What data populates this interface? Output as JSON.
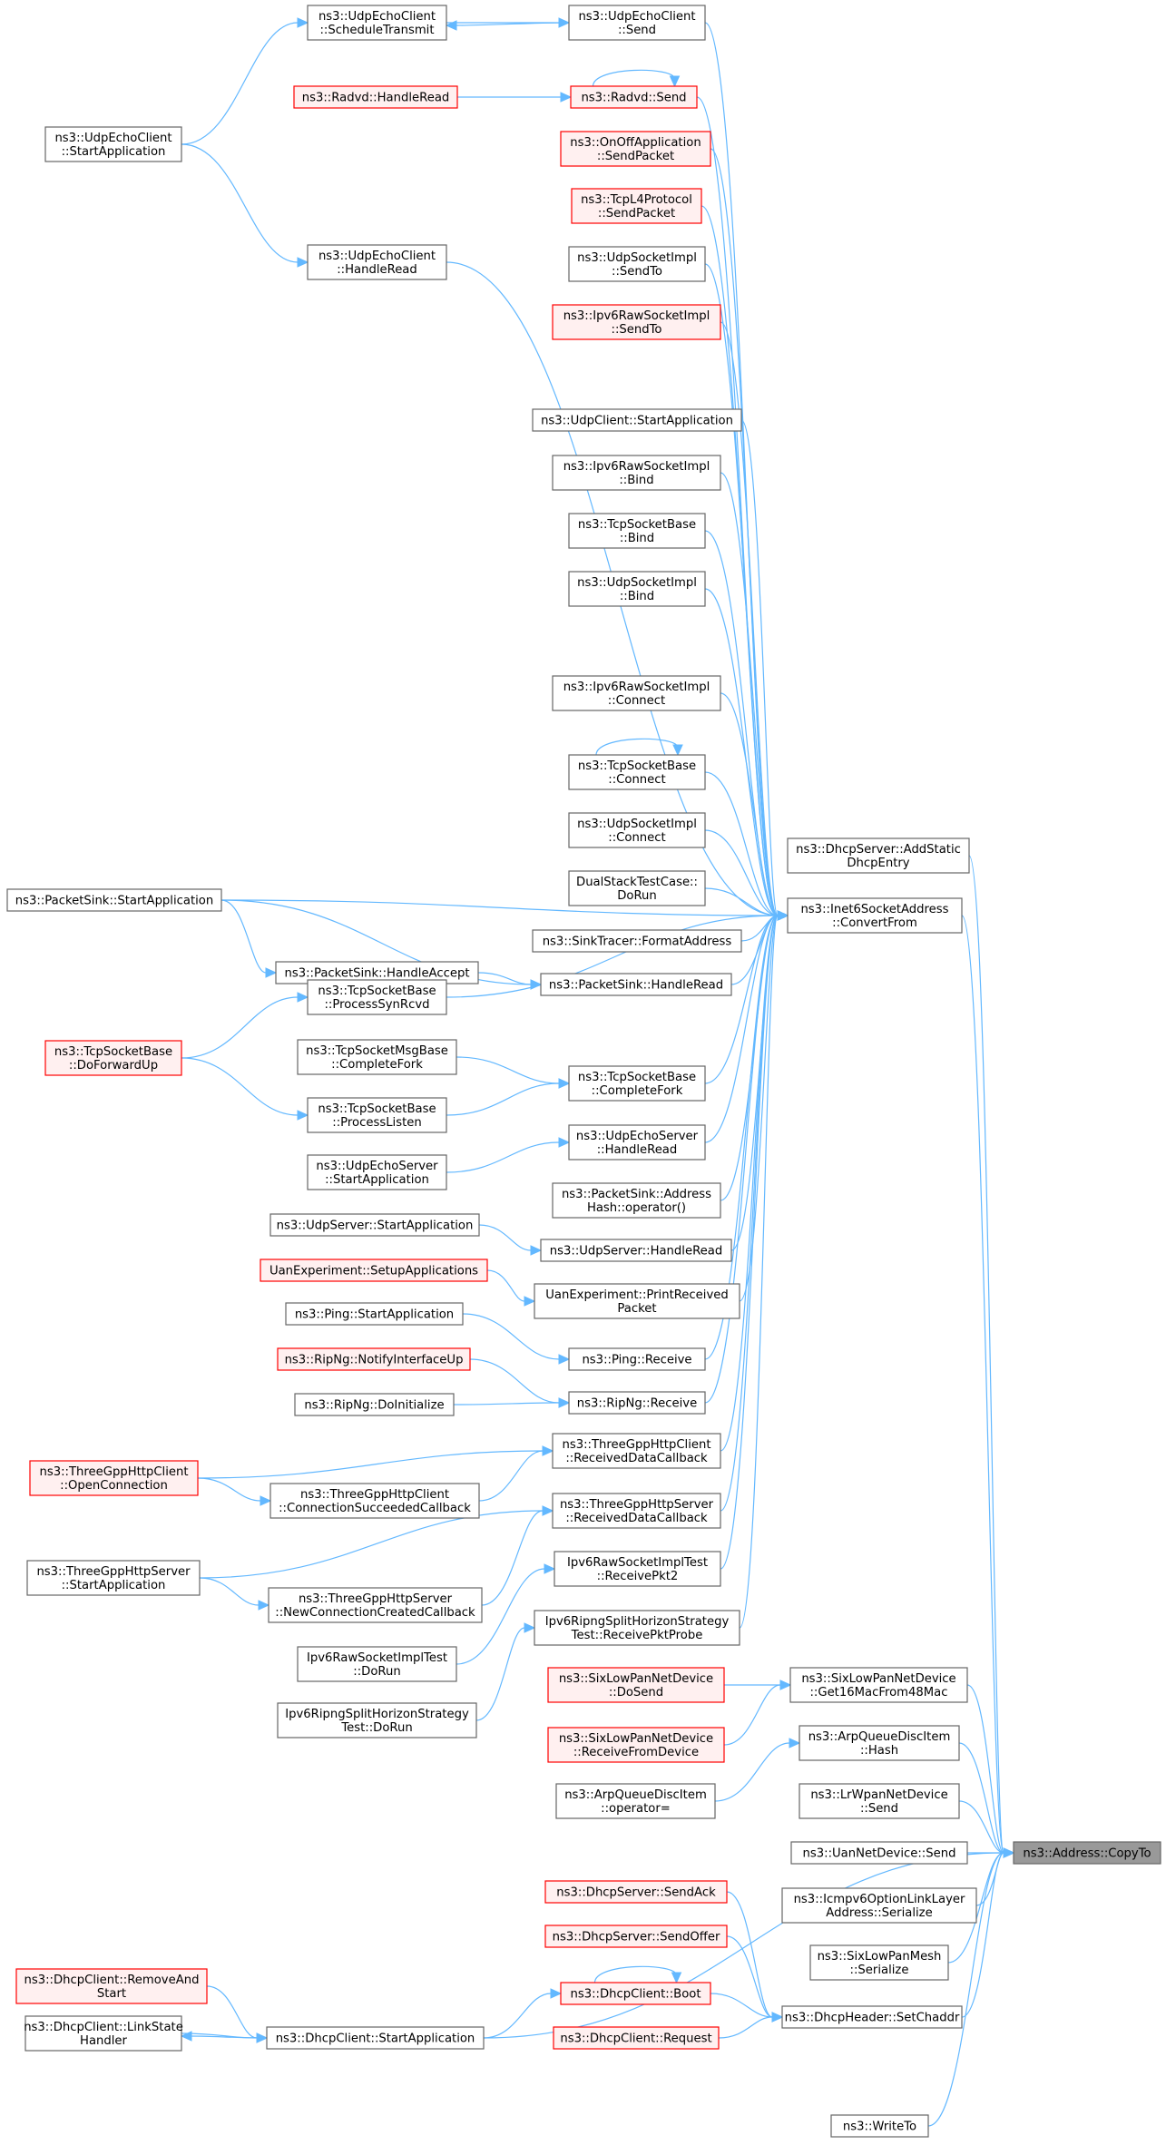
{
  "colors": {
    "edge": "#63b8ff",
    "node_fill": "#ffffff",
    "node_border": "#666666",
    "node_fill_truncated": "#fff0f0",
    "node_border_truncated": "#ff0000",
    "node_fill_focus": "#999999",
    "node_border_focus": "#666666"
  },
  "nodes": [
    {
      "id": "copyto",
      "lines": [
        "ns3::Address::CopyTo"
      ],
      "style": "focus"
    },
    {
      "id": "udpec_sched",
      "lines": [
        "ns3::UdpEchoClient",
        "::ScheduleTransmit"
      ],
      "style": "normal"
    },
    {
      "id": "udpec_send",
      "lines": [
        "ns3::UdpEchoClient",
        "::Send"
      ],
      "style": "normal"
    },
    {
      "id": "radvd_hread",
      "lines": [
        "ns3::Radvd::HandleRead"
      ],
      "style": "truncated"
    },
    {
      "id": "radvd_send",
      "lines": [
        "ns3::Radvd::Send"
      ],
      "style": "truncated"
    },
    {
      "id": "udpec_start",
      "lines": [
        "ns3::UdpEchoClient",
        "::StartApplication"
      ],
      "style": "normal"
    },
    {
      "id": "onoff",
      "lines": [
        "ns3::OnOffApplication",
        "::SendPacket"
      ],
      "style": "truncated"
    },
    {
      "id": "tcpl4",
      "lines": [
        "ns3::TcpL4Protocol",
        "::SendPacket"
      ],
      "style": "truncated"
    },
    {
      "id": "udpec_hread",
      "lines": [
        "ns3::UdpEchoClient",
        "::HandleRead"
      ],
      "style": "normal"
    },
    {
      "id": "udpsi_sendto",
      "lines": [
        "ns3::UdpSocketImpl",
        "::SendTo"
      ],
      "style": "normal"
    },
    {
      "id": "ipv6raw_sendto",
      "lines": [
        "ns3::Ipv6RawSocketImpl",
        "::SendTo"
      ],
      "style": "truncated"
    },
    {
      "id": "udpclient_start",
      "lines": [
        "ns3::UdpClient::StartApplication"
      ],
      "style": "normal"
    },
    {
      "id": "ipv6raw_bind",
      "lines": [
        "ns3::Ipv6RawSocketImpl",
        "::Bind"
      ],
      "style": "normal"
    },
    {
      "id": "tcpsb_bind",
      "lines": [
        "ns3::TcpSocketBase",
        "::Bind"
      ],
      "style": "normal"
    },
    {
      "id": "udpsi_bind",
      "lines": [
        "ns3::UdpSocketImpl",
        "::Bind"
      ],
      "style": "normal"
    },
    {
      "id": "ipv6raw_connect",
      "lines": [
        "ns3::Ipv6RawSocketImpl",
        "::Connect"
      ],
      "style": "normal"
    },
    {
      "id": "tcpsb_connect",
      "lines": [
        "ns3::TcpSocketBase",
        "::Connect"
      ],
      "style": "normal"
    },
    {
      "id": "udpsi_connect",
      "lines": [
        "ns3::UdpSocketImpl",
        "::Connect"
      ],
      "style": "normal"
    },
    {
      "id": "dhcpserver_addstatic",
      "lines": [
        "ns3::DhcpServer::AddStatic",
        "DhcpEntry"
      ],
      "style": "normal"
    },
    {
      "id": "dualstack",
      "lines": [
        "DualStackTestCase::",
        "DoRun"
      ],
      "style": "normal"
    },
    {
      "id": "inet6_convert",
      "lines": [
        "ns3::Inet6SocketAddress",
        "::ConvertFrom"
      ],
      "style": "normal"
    },
    {
      "id": "packetsink_start",
      "lines": [
        "ns3::PacketSink::StartApplication"
      ],
      "style": "normal"
    },
    {
      "id": "sinktracer",
      "lines": [
        "ns3::SinkTracer::FormatAddress"
      ],
      "style": "normal"
    },
    {
      "id": "packetsink_haccept",
      "lines": [
        "ns3::PacketSink::HandleAccept"
      ],
      "style": "normal"
    },
    {
      "id": "packetsink_hread",
      "lines": [
        "ns3::PacketSink::HandleRead"
      ],
      "style": "normal"
    },
    {
      "id": "tcpsb_synrcvd",
      "lines": [
        "ns3::TcpSocketBase",
        "::ProcessSynRcvd"
      ],
      "style": "normal"
    },
    {
      "id": "tcpsb_forwardup",
      "lines": [
        "ns3::TcpSocketBase",
        "::DoForwardUp"
      ],
      "style": "truncated"
    },
    {
      "id": "tcpmsg_completefork",
      "lines": [
        "ns3::TcpSocketMsgBase",
        "::CompleteFork"
      ],
      "style": "normal"
    },
    {
      "id": "tcpsb_completefork",
      "lines": [
        "ns3::TcpSocketBase",
        "::CompleteFork"
      ],
      "style": "normal"
    },
    {
      "id": "tcpsb_listen",
      "lines": [
        "ns3::TcpSocketBase",
        "::ProcessListen"
      ],
      "style": "normal"
    },
    {
      "id": "udpes_hread",
      "lines": [
        "ns3::UdpEchoServer",
        "::HandleRead"
      ],
      "style": "normal"
    },
    {
      "id": "udpes_start",
      "lines": [
        "ns3::UdpEchoServer",
        "::StartApplication"
      ],
      "style": "normal"
    },
    {
      "id": "packetsink_hash",
      "lines": [
        "ns3::PacketSink::Address",
        "Hash::operator()"
      ],
      "style": "normal"
    },
    {
      "id": "udpserver_start",
      "lines": [
        "ns3::UdpServer::StartApplication"
      ],
      "style": "normal"
    },
    {
      "id": "udpserver_hread",
      "lines": [
        "ns3::UdpServer::HandleRead"
      ],
      "style": "normal"
    },
    {
      "id": "uan_setup",
      "lines": [
        "UanExperiment::SetupApplications"
      ],
      "style": "truncated"
    },
    {
      "id": "uan_print",
      "lines": [
        "UanExperiment::PrintReceived",
        "Packet"
      ],
      "style": "normal"
    },
    {
      "id": "ping_start",
      "lines": [
        "ns3::Ping::StartApplication"
      ],
      "style": "normal"
    },
    {
      "id": "ping_receive",
      "lines": [
        "ns3::Ping::Receive"
      ],
      "style": "normal"
    },
    {
      "id": "ripng_notify",
      "lines": [
        "ns3::RipNg::NotifyInterfaceUp"
      ],
      "style": "truncated"
    },
    {
      "id": "ripng_receive",
      "lines": [
        "ns3::RipNg::Receive"
      ],
      "style": "normal"
    },
    {
      "id": "ripng_doinit",
      "lines": [
        "ns3::RipNg::DoInitialize"
      ],
      "style": "normal"
    },
    {
      "id": "tghc_rdc",
      "lines": [
        "ns3::ThreeGppHttpClient",
        "::ReceivedDataCallback"
      ],
      "style": "normal"
    },
    {
      "id": "tghc_open",
      "lines": [
        "ns3::ThreeGppHttpClient",
        "::OpenConnection"
      ],
      "style": "truncated"
    },
    {
      "id": "tghc_csc",
      "lines": [
        "ns3::ThreeGppHttpClient",
        "::ConnectionSucceededCallback"
      ],
      "style": "normal"
    },
    {
      "id": "tghs_rdc",
      "lines": [
        "ns3::ThreeGppHttpServer",
        "::ReceivedDataCallback"
      ],
      "style": "normal"
    },
    {
      "id": "tghs_start",
      "lines": [
        "ns3::ThreeGppHttpServer",
        "::StartApplication"
      ],
      "style": "normal"
    },
    {
      "id": "tghs_ncc",
      "lines": [
        "ns3::ThreeGppHttpServer",
        "::NewConnectionCreatedCallback"
      ],
      "style": "normal"
    },
    {
      "id": "ipv6rawtest_rpkt2",
      "lines": [
        "Ipv6RawSocketImplTest",
        "::ReceivePkt2"
      ],
      "style": "normal"
    },
    {
      "id": "ipv6ripng_rpkt",
      "lines": [
        "Ipv6RipngSplitHorizonStrategy",
        "Test::ReceivePktProbe"
      ],
      "style": "normal"
    },
    {
      "id": "ipv6rawtest_dorun",
      "lines": [
        "Ipv6RawSocketImplTest",
        "::DoRun"
      ],
      "style": "normal"
    },
    {
      "id": "ipv6ripng_dorun",
      "lines": [
        "Ipv6RipngSplitHorizonStrategy",
        "Test::DoRun"
      ],
      "style": "normal"
    },
    {
      "id": "sixlow_dosend",
      "lines": [
        "ns3::SixLowPanNetDevice",
        "::DoSend"
      ],
      "style": "truncated"
    },
    {
      "id": "sixlow_get16",
      "lines": [
        "ns3::SixLowPanNetDevice",
        "::Get16MacFrom48Mac"
      ],
      "style": "normal"
    },
    {
      "id": "sixlow_recv",
      "lines": [
        "ns3::SixLowPanNetDevice",
        "::ReceiveFromDevice"
      ],
      "style": "truncated"
    },
    {
      "id": "arpq_hash",
      "lines": [
        "ns3::ArpQueueDiscItem",
        "::Hash"
      ],
      "style": "normal"
    },
    {
      "id": "arpq_op",
      "lines": [
        "ns3::ArpQueueDiscItem",
        "::operator="
      ],
      "style": "normal"
    },
    {
      "id": "lrwpan_send",
      "lines": [
        "ns3::LrWpanNetDevice",
        "::Send"
      ],
      "style": "normal"
    },
    {
      "id": "uannet_send",
      "lines": [
        "ns3::UanNetDevice::Send"
      ],
      "style": "normal"
    },
    {
      "id": "icmpv6_ser",
      "lines": [
        "ns3::Icmpv6OptionLinkLayer",
        "Address::Serialize"
      ],
      "style": "normal"
    },
    {
      "id": "dhcpserver_sendack",
      "lines": [
        "ns3::DhcpServer::SendAck"
      ],
      "style": "truncated"
    },
    {
      "id": "sixlowmesh_ser",
      "lines": [
        "ns3::SixLowPanMesh",
        "::Serialize"
      ],
      "style": "normal"
    },
    {
      "id": "dhcpserver_sendoffer",
      "lines": [
        "ns3::DhcpServer::SendOffer"
      ],
      "style": "truncated"
    },
    {
      "id": "dhcpclient_remove",
      "lines": [
        "ns3::DhcpClient::RemoveAnd",
        "Start"
      ],
      "style": "truncated"
    },
    {
      "id": "dhcpclient_boot",
      "lines": [
        "ns3::DhcpClient::Boot"
      ],
      "style": "truncated"
    },
    {
      "id": "dhcpheader_setchaddr",
      "lines": [
        "ns3::DhcpHeader::SetChaddr"
      ],
      "style": "normal"
    },
    {
      "id": "dhcpclient_linkstate",
      "lines": [
        "ns3::DhcpClient::LinkState",
        "Handler"
      ],
      "style": "normal"
    },
    {
      "id": "dhcpclient_start",
      "lines": [
        "ns3::DhcpClient::StartApplication"
      ],
      "style": "normal"
    },
    {
      "id": "dhcpclient_request",
      "lines": [
        "ns3::DhcpClient::Request"
      ],
      "style": "truncated"
    },
    {
      "id": "writeto",
      "lines": [
        "ns3::WriteTo"
      ],
      "style": "normal"
    }
  ],
  "edges": [
    [
      "udpec_sched",
      "udpec_send"
    ],
    [
      "udpec_send",
      "udpec_sched"
    ],
    [
      "udpec_start",
      "udpec_sched"
    ],
    [
      "udpec_start",
      "udpec_hread"
    ],
    [
      "radvd_hread",
      "radvd_send"
    ],
    [
      "radvd_send",
      "radvd_send"
    ],
    [
      "udpec_send",
      "inet6_convert"
    ],
    [
      "radvd_send",
      "inet6_convert"
    ],
    [
      "onoff",
      "inet6_convert"
    ],
    [
      "tcpl4",
      "inet6_convert"
    ],
    [
      "udpsi_sendto",
      "inet6_convert"
    ],
    [
      "ipv6raw_sendto",
      "inet6_convert"
    ],
    [
      "udpec_hread",
      "inet6_convert"
    ],
    [
      "udpclient_start",
      "inet6_convert"
    ],
    [
      "ipv6raw_bind",
      "inet6_convert"
    ],
    [
      "tcpsb_bind",
      "inet6_convert"
    ],
    [
      "udpsi_bind",
      "inet6_convert"
    ],
    [
      "packetsink_start",
      "inet6_convert"
    ],
    [
      "ipv6raw_connect",
      "inet6_convert"
    ],
    [
      "tcpsb_connect",
      "tcpsb_connect"
    ],
    [
      "tcpsb_connect",
      "inet6_convert"
    ],
    [
      "udpsi_connect",
      "inet6_convert"
    ],
    [
      "dualstack",
      "inet6_convert"
    ],
    [
      "sinktracer",
      "inet6_convert"
    ],
    [
      "packetsink_start",
      "packetsink_haccept"
    ],
    [
      "packetsink_start",
      "packetsink_hread"
    ],
    [
      "packetsink_haccept",
      "packetsink_hread"
    ],
    [
      "packetsink_hread",
      "inet6_convert"
    ],
    [
      "tcpsb_forwardup",
      "tcpsb_synrcvd"
    ],
    [
      "tcpsb_forwardup",
      "tcpsb_listen"
    ],
    [
      "tcpsb_synrcvd",
      "inet6_convert"
    ],
    [
      "tcpmsg_completefork",
      "tcpsb_completefork"
    ],
    [
      "tcpsb_listen",
      "tcpsb_completefork"
    ],
    [
      "tcpsb_completefork",
      "inet6_convert"
    ],
    [
      "udpes_start",
      "udpes_hread"
    ],
    [
      "udpes_hread",
      "inet6_convert"
    ],
    [
      "packetsink_hash",
      "inet6_convert"
    ],
    [
      "udpserver_start",
      "udpserver_hread"
    ],
    [
      "udpserver_hread",
      "inet6_convert"
    ],
    [
      "uan_setup",
      "uan_print"
    ],
    [
      "uan_print",
      "inet6_convert"
    ],
    [
      "ping_start",
      "ping_receive"
    ],
    [
      "ping_receive",
      "inet6_convert"
    ],
    [
      "ripng_notify",
      "ripng_receive"
    ],
    [
      "ripng_doinit",
      "ripng_receive"
    ],
    [
      "ripng_receive",
      "inet6_convert"
    ],
    [
      "tghc_open",
      "tghc_rdc"
    ],
    [
      "tghc_open",
      "tghc_csc"
    ],
    [
      "tghc_csc",
      "tghc_rdc"
    ],
    [
      "tghc_rdc",
      "inet6_convert"
    ],
    [
      "tghs_start",
      "tghs_rdc"
    ],
    [
      "tghs_start",
      "tghs_ncc"
    ],
    [
      "tghs_ncc",
      "tghs_rdc"
    ],
    [
      "tghs_rdc",
      "inet6_convert"
    ],
    [
      "ipv6rawtest_dorun",
      "ipv6rawtest_rpkt2"
    ],
    [
      "ipv6rawtest_rpkt2",
      "inet6_convert"
    ],
    [
      "ipv6ripng_dorun",
      "ipv6ripng_rpkt"
    ],
    [
      "ipv6ripng_rpkt",
      "inet6_convert"
    ],
    [
      "inet6_convert",
      "copyto"
    ],
    [
      "dhcpserver_addstatic",
      "copyto"
    ],
    [
      "sixlow_dosend",
      "sixlow_get16"
    ],
    [
      "sixlow_recv",
      "sixlow_get16"
    ],
    [
      "sixlow_get16",
      "copyto"
    ],
    [
      "arpq_op",
      "arpq_hash"
    ],
    [
      "arpq_hash",
      "copyto"
    ],
    [
      "lrwpan_send",
      "copyto"
    ],
    [
      "uannet_send",
      "copyto"
    ],
    [
      "icmpv6_ser",
      "copyto"
    ],
    [
      "sixlowmesh_ser",
      "copyto"
    ],
    [
      "dhcpserver_sendack",
      "dhcpheader_setchaddr"
    ],
    [
      "dhcpserver_sendoffer",
      "dhcpheader_setchaddr"
    ],
    [
      "dhcpclient_boot",
      "dhcpclient_boot"
    ],
    [
      "dhcpclient_boot",
      "dhcpheader_setchaddr"
    ],
    [
      "dhcpclient_request",
      "dhcpheader_setchaddr"
    ],
    [
      "dhcpclient_start",
      "dhcpclient_boot"
    ],
    [
      "dhcpclient_remove",
      "dhcpclient_start"
    ],
    [
      "dhcpclient_linkstate",
      "dhcpclient_start"
    ],
    [
      "dhcpclient_start",
      "dhcpclient_linkstate"
    ],
    [
      "dhcpheader_setchaddr",
      "copyto"
    ],
    [
      "dhcpclient_start",
      "copyto"
    ],
    [
      "writeto",
      "copyto"
    ]
  ]
}
